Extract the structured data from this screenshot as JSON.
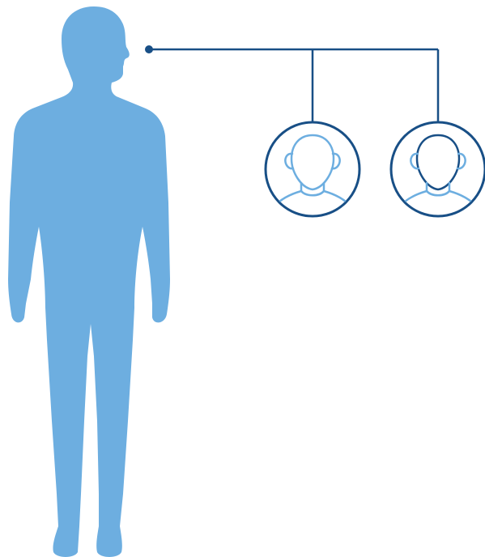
{
  "colors": {
    "figure_fill": "#6daee0",
    "connector_line": "#184f86",
    "face_light_outline": "#6daee0",
    "face_dark_outline": "#184f86"
  },
  "figure": {
    "icon": "human-silhouette-icon"
  },
  "connector": {
    "icon": "pointer-dot"
  },
  "faces": [
    {
      "icon": "face-outline-light-icon",
      "tone": "light"
    },
    {
      "icon": "face-outline-dark-icon",
      "tone": "dark"
    }
  ]
}
